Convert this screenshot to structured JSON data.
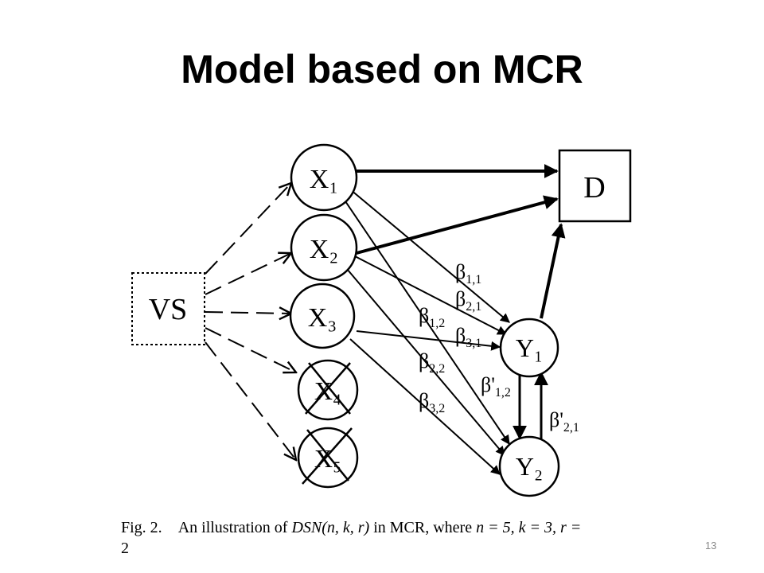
{
  "slide": {
    "title": "Model based on MCR",
    "page_number": "13"
  },
  "diagram": {
    "nodes": {
      "vs": "VS",
      "d": "D",
      "x1": "X₁",
      "x2": "X₂",
      "x3": "X₃",
      "x4": "X₄",
      "x5": "X₅",
      "y1": "Y₁",
      "y2": "Y₂"
    },
    "edge_labels": {
      "b11": "β",
      "b11_sub": "1,1",
      "b21": "β",
      "b21_sub": "2,1",
      "b31": "β",
      "b31_sub": "3,1",
      "b12": "β",
      "b12_sub": "1,2",
      "b22": "β",
      "b22_sub": "2,2",
      "b32": "β",
      "b32_sub": "3,2",
      "bp12": "β'",
      "bp12_sub": "1,2",
      "bp21": "β'",
      "bp21_sub": "2,1"
    },
    "crossed_out_nodes": [
      "x4",
      "x5"
    ]
  },
  "caption": {
    "prefix": "Fig. 2.",
    "text1": "An illustration of",
    "math": "DSN(n, k, r)",
    "text2": "in MCR, where",
    "params": "n = 5, k = 3, r =",
    "wrap": "2"
  }
}
